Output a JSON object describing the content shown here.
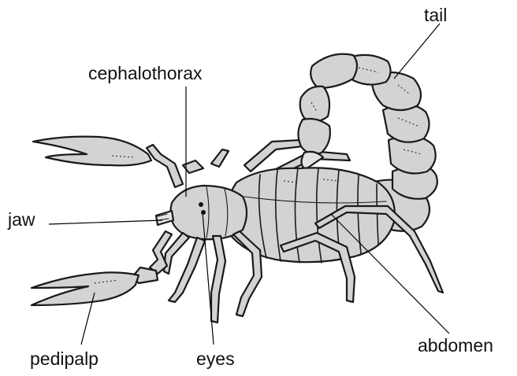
{
  "labels": {
    "tail": "tail",
    "cephalothorax": "cephalothorax",
    "jaw": "jaw",
    "pedipalp": "pedipalp",
    "eyes": "eyes",
    "abdomen": "abdomen"
  }
}
